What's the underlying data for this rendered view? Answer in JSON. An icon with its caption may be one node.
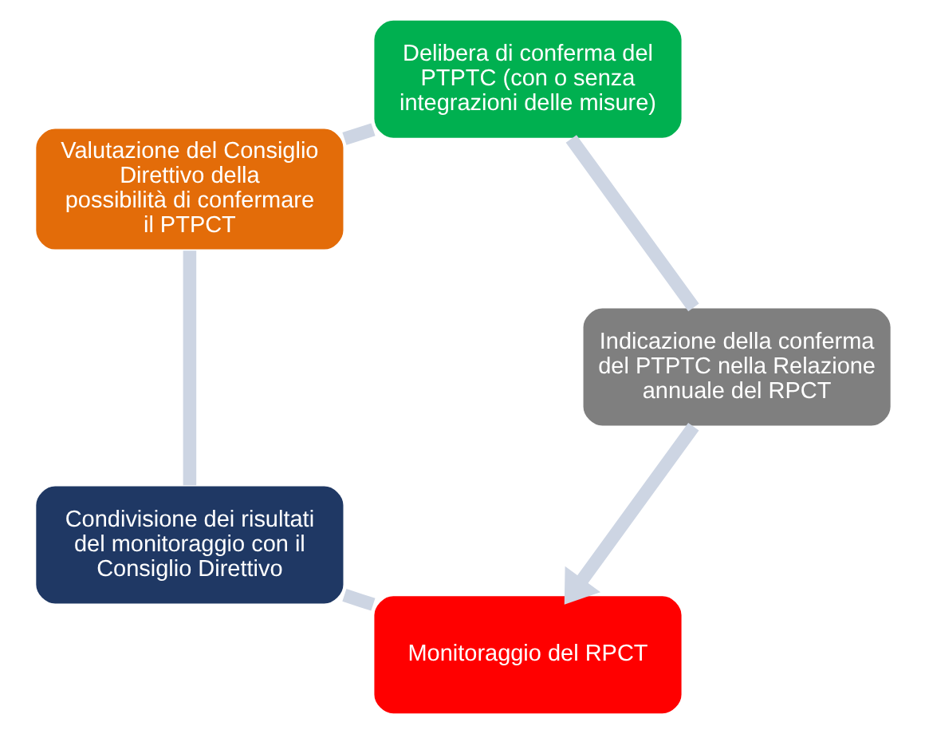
{
  "diagram": {
    "nodes": [
      {
        "text": [
          "Monitoraggio del RPCT"
        ]
      },
      {
        "text": [
          "Condivisione dei risultati del monitoraggio con il Consiglio Direttivo"
        ]
      },
      {
        "text": [
          "Valutazione del Consiglio Direttivo della possibilità di confermare il PTPCT"
        ]
      },
      {
        "text": [
          "Delibera di conferma del PTPTC (con o senza integrazioni delle misure)"
        ]
      },
      {
        "text": [
          "Indicazione della conferma del PTPTC nella Relazione annuale del RPCT"
        ]
      }
    ],
    "edges": [
      {
        "from": 0,
        "to": 1,
        "arrow": "none"
      },
      {
        "from": 1,
        "to": 2,
        "arrow": "none"
      },
      {
        "from": 2,
        "to": 3,
        "arrow": "none"
      },
      {
        "from": 3,
        "to": 4,
        "arrow": "none"
      },
      {
        "from": 4,
        "to": 0,
        "arrow": "to"
      }
    ]
  }
}
